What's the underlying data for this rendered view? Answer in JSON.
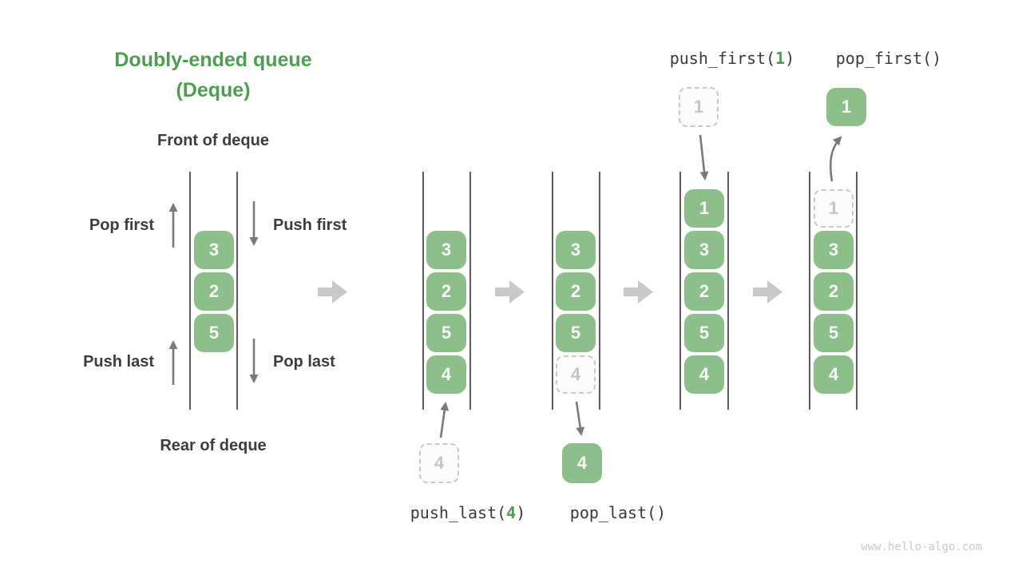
{
  "title": {
    "line1": "Doubly-ended queue",
    "line2": "(Deque)"
  },
  "labels": {
    "front": "Front of deque",
    "rear": "Rear of deque",
    "pop_first": "Pop first",
    "push_first": "Push first",
    "push_last": "Push last",
    "pop_last": "Pop last"
  },
  "operations": {
    "push_last": {
      "prefix": "push_last(",
      "arg": "4",
      "suffix": ")"
    },
    "pop_last": {
      "prefix": "pop_last()",
      "arg": "",
      "suffix": ""
    },
    "push_first": {
      "prefix": "push_first(",
      "arg": "1",
      "suffix": ")"
    },
    "pop_first": {
      "prefix": "pop_first()",
      "arg": "",
      "suffix": ""
    }
  },
  "columns": [
    {
      "name": "initial-deque",
      "slots": [
        {
          "value": "3",
          "ghost": false
        },
        {
          "value": "2",
          "ghost": false
        },
        {
          "value": "5",
          "ghost": false
        }
      ]
    },
    {
      "name": "after-push-last",
      "slots": [
        {
          "value": "3",
          "ghost": false
        },
        {
          "value": "2",
          "ghost": false
        },
        {
          "value": "5",
          "ghost": false
        },
        {
          "value": "4",
          "ghost": false
        }
      ]
    },
    {
      "name": "during-pop-last",
      "slots": [
        {
          "value": "3",
          "ghost": false
        },
        {
          "value": "2",
          "ghost": false
        },
        {
          "value": "5",
          "ghost": false
        },
        {
          "value": "4",
          "ghost": true
        }
      ]
    },
    {
      "name": "after-push-first",
      "slots": [
        {
          "value": "1",
          "ghost": false
        },
        {
          "value": "3",
          "ghost": false
        },
        {
          "value": "2",
          "ghost": false
        },
        {
          "value": "5",
          "ghost": false
        },
        {
          "value": "4",
          "ghost": false
        }
      ]
    },
    {
      "name": "during-pop-first",
      "slots": [
        {
          "value": "1",
          "ghost": true
        },
        {
          "value": "3",
          "ghost": false
        },
        {
          "value": "2",
          "ghost": false
        },
        {
          "value": "5",
          "ghost": false
        },
        {
          "value": "4",
          "ghost": false
        }
      ]
    }
  ],
  "floats": {
    "push_last_in": "4",
    "pop_last_out": "4",
    "push_first_in": "1",
    "pop_first_out": "1"
  },
  "watermark": "www.hello-algo.com",
  "colors": {
    "accent_green": "#4d9e50",
    "box_green": "#8cbf8a",
    "text_dark": "#3d3d3d",
    "ghost_gray": "#c9c9c9",
    "arrow_gray": "#7a7a7a",
    "big_arrow_gray": "#c9c9c9"
  }
}
